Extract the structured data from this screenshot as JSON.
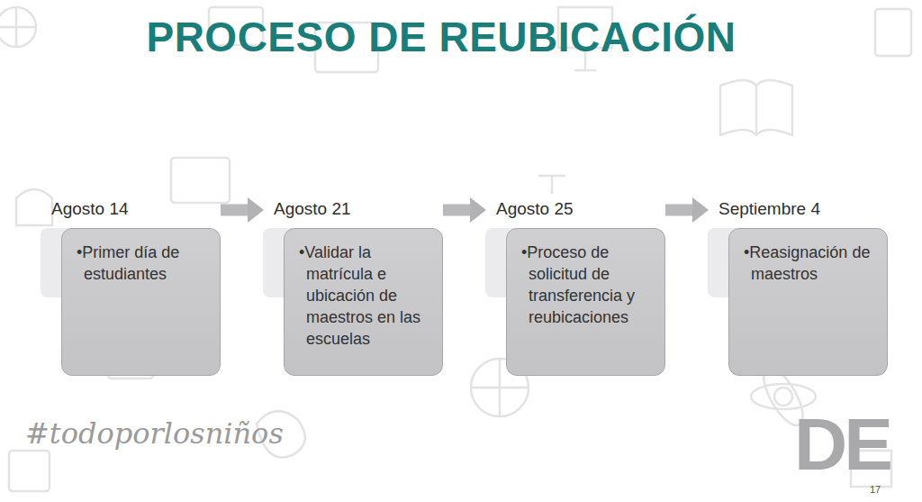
{
  "diagram": {
    "title": "PROCESO DE REUBICACIÓN",
    "nodes": [
      {
        "text": [
          "Agosto 14",
          "•Primer día de estudiantes"
        ]
      },
      {
        "text": [
          "Agosto 21",
          "•Validar la matrícula e ubicación de maestros en las escuelas"
        ]
      },
      {
        "text": [
          "Agosto 25",
          "•Proceso de solicitud de transferencia y reubicaciones"
        ]
      },
      {
        "text": [
          "Septiembre 4",
          "•Reasignación de maestros"
        ]
      }
    ],
    "edges": [
      {
        "from": 0,
        "to": 1,
        "arrow": "to"
      },
      {
        "from": 1,
        "to": 2,
        "arrow": "to"
      },
      {
        "from": 2,
        "to": 3,
        "arrow": "to"
      }
    ],
    "labels": [
      "#todoporlosniños",
      "DE",
      "17"
    ]
  }
}
